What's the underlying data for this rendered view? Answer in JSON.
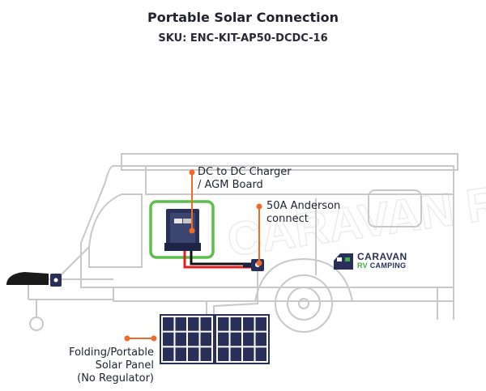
{
  "header": {
    "title": "Portable Solar Connection",
    "sku": "SKU: ENC-KIT-AP50-DCDC-16"
  },
  "callouts": {
    "dcdc": {
      "line1": "DC to DC Charger",
      "line2": "/ AGM Board"
    },
    "anderson": {
      "line1": "50A Anderson",
      "line2": "connect"
    },
    "panel": {
      "line1": "Folding/Portable",
      "line2": "Solar Panel",
      "line3": "(No Regulator)"
    }
  },
  "brand": {
    "word1": "CARAVAN",
    "word2a": "RV",
    "word2b": " CAMPING",
    "watermark": "CARAVAN RV CAMPING"
  },
  "colors": {
    "outline": "#c9c9c9",
    "navy": "#28305a",
    "callout": "#ef6a26",
    "highlight": "#5cbf4a",
    "cable_red": "#e02020",
    "cable_black": "#111111"
  }
}
